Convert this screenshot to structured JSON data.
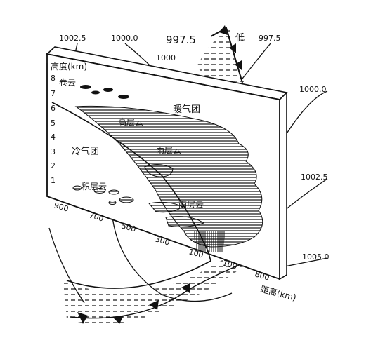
{
  "figure": {
    "isobars_top": [
      "1002.5",
      "1000.0",
      "997.5",
      "1000",
      "997.5"
    ],
    "isobars_right": [
      "1000.0",
      "1002.5",
      "1005.0"
    ],
    "low_label": "低",
    "y_axis": {
      "title": "高度(km)",
      "ticks": [
        "8",
        "7",
        "6",
        "5",
        "4",
        "3",
        "2",
        "1"
      ]
    },
    "x_axis": {
      "title": "距离(km)",
      "ticks": [
        "900",
        "700",
        "500",
        "300",
        "100",
        "100",
        "800"
      ]
    },
    "air_masses": {
      "warm": "暖气团",
      "cold": "冷气团"
    },
    "clouds": {
      "cirrus": "卷云",
      "altostratus": "高层云",
      "nimbostratus": "雨层云",
      "stratocumulus": "积层云",
      "rain": "雨层云"
    }
  }
}
